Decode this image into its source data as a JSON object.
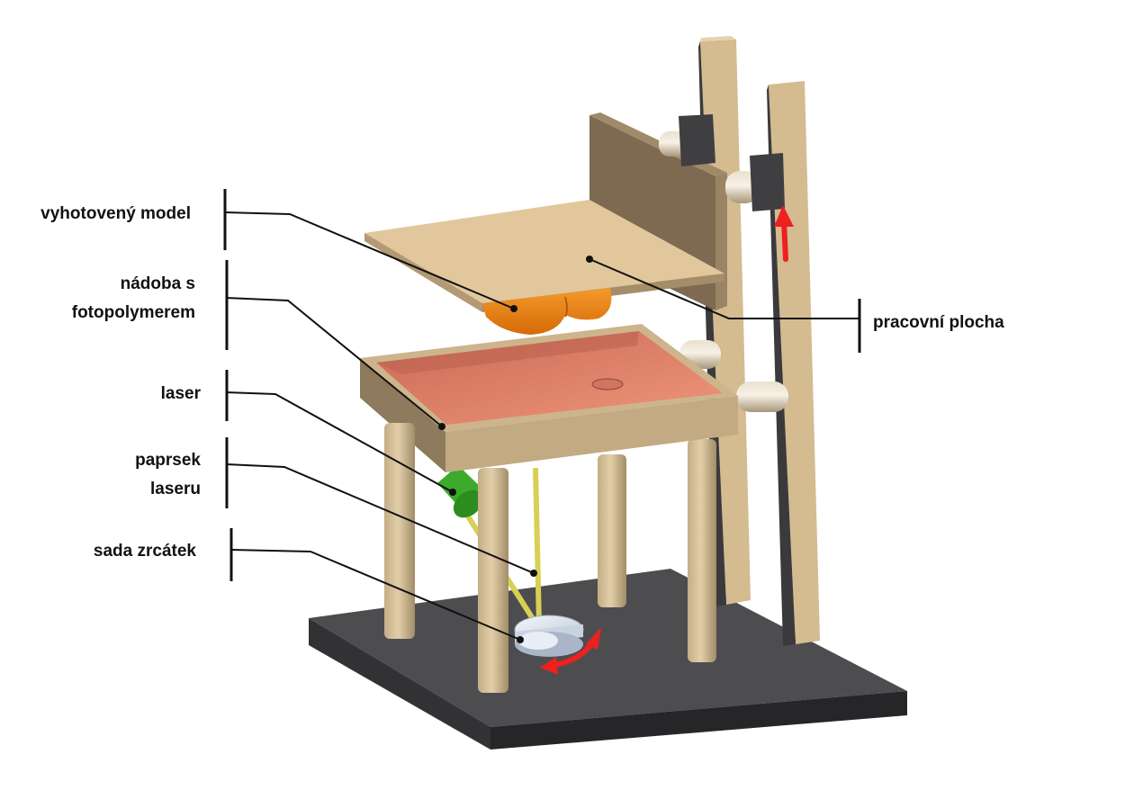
{
  "labels": {
    "model": [
      "vyhotovený model"
    ],
    "vat": [
      "nádoba s",
      "fotopolymerem"
    ],
    "laser": [
      "laser"
    ],
    "beam": [
      "paprsek",
      "laseru"
    ],
    "mirrors": [
      "sada zrcátek"
    ],
    "platform": [
      "pracovní plocha"
    ]
  },
  "colors": {
    "wood": "#d9bf94",
    "wood_mid": "#b7a07c",
    "wood_dark": "#7f6b52",
    "base": "#3d3d3f",
    "resin": "#e88f76",
    "model": "#f08a1a",
    "laser": "#3cab2c",
    "beam": "#d8cf55",
    "mirror": "#d9e2ee",
    "arrow": "#ee2020",
    "bracket": "#3a3a3c",
    "leader": "#111111"
  }
}
